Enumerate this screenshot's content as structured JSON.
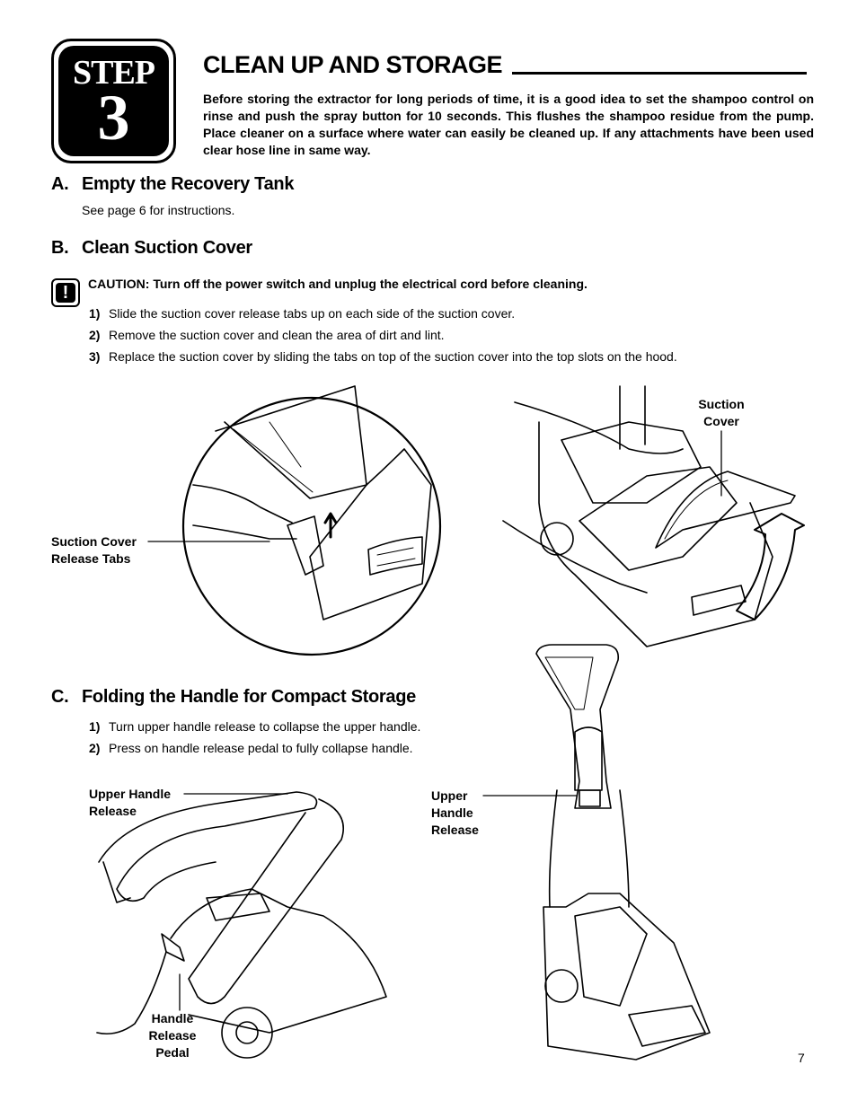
{
  "step": {
    "word": "STEP",
    "number": "3"
  },
  "title": "CLEAN UP AND STORAGE",
  "intro": "Before storing the extractor for long periods of time, it is a good idea to set the shampoo control on rinse and push the spray button for 10 seconds. This flushes the shampoo residue from the pump. Place cleaner on a surface where water can easily be cleaned up. If any attachments have been used clear hose line in same way.",
  "section_a": {
    "letter": "A.",
    "heading": "Empty the Recovery Tank",
    "text": "See page 6 for instructions."
  },
  "section_b": {
    "letter": "B.",
    "heading": "Clean Suction Cover",
    "caution_icon": "exclamation-icon",
    "caution": "CAUTION:  Turn off the power switch and unplug the electrical cord before cleaning.",
    "steps": [
      {
        "num": "1)",
        "text": "Slide the suction cover release tabs up on each side of the suction cover."
      },
      {
        "num": "2)",
        "text": "Remove the suction cover and clean the area of dirt and lint."
      },
      {
        "num": "3)",
        "text": "Replace the suction cover by sliding the tabs on top of the suction cover into the top slots on the hood."
      }
    ]
  },
  "section_c": {
    "letter": "C.",
    "heading": "Folding the Handle for Compact Storage",
    "steps": [
      {
        "num": "1)",
        "text": "Turn upper handle release to collapse the upper handle."
      },
      {
        "num": "2)",
        "text": "Press on handle release pedal to fully collapse handle."
      }
    ]
  },
  "callouts": {
    "suction_cover_release_tabs": [
      "Suction Cover",
      "Release Tabs"
    ],
    "suction_cover": [
      "Suction",
      "Cover"
    ],
    "upper_handle_release_left": [
      "Upper Handle",
      "Release"
    ],
    "upper_handle_release_right": [
      "Upper",
      "Handle",
      "Release"
    ],
    "handle_release_pedal": [
      "Handle",
      "Release",
      "Pedal"
    ]
  },
  "page_number": "7"
}
